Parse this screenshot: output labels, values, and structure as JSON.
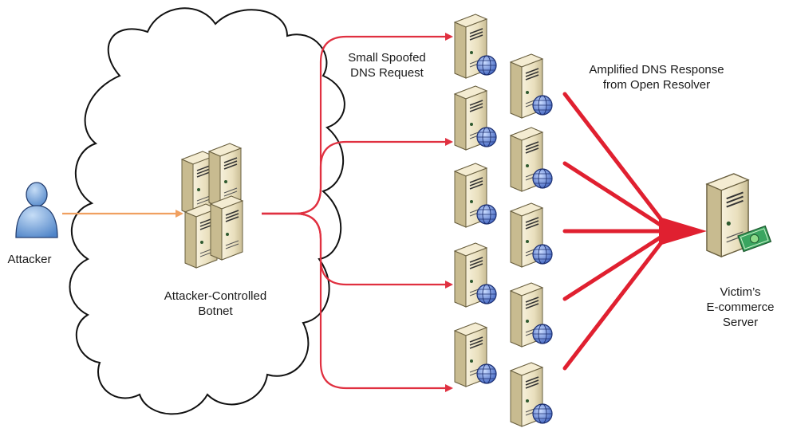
{
  "labels": {
    "attacker": "Attacker",
    "botnet_line1": "Attacker-Controlled",
    "botnet_line2": "Botnet",
    "request_line1": "Small Spoofed",
    "request_line2": "DNS Request",
    "response_line1": "Amplified DNS Response",
    "response_line2": "from Open Resolver",
    "victim_line1": "Victim’s",
    "victim_line2": "E-commerce",
    "victim_line3": "Server"
  },
  "colors": {
    "attack_arrow": "#f0a060",
    "request_arrows": "#e03040",
    "response_arrows": "#e02030",
    "server_body": "#efe6c8",
    "globe": "#5a7fd0",
    "person": "#6e9fd8",
    "money": "#3aa560"
  },
  "icons": {
    "attacker": "person-icon",
    "botnet": "server-cluster-icon",
    "resolvers": "dns-server-globe-icon",
    "victim": "ecommerce-server-icon"
  }
}
